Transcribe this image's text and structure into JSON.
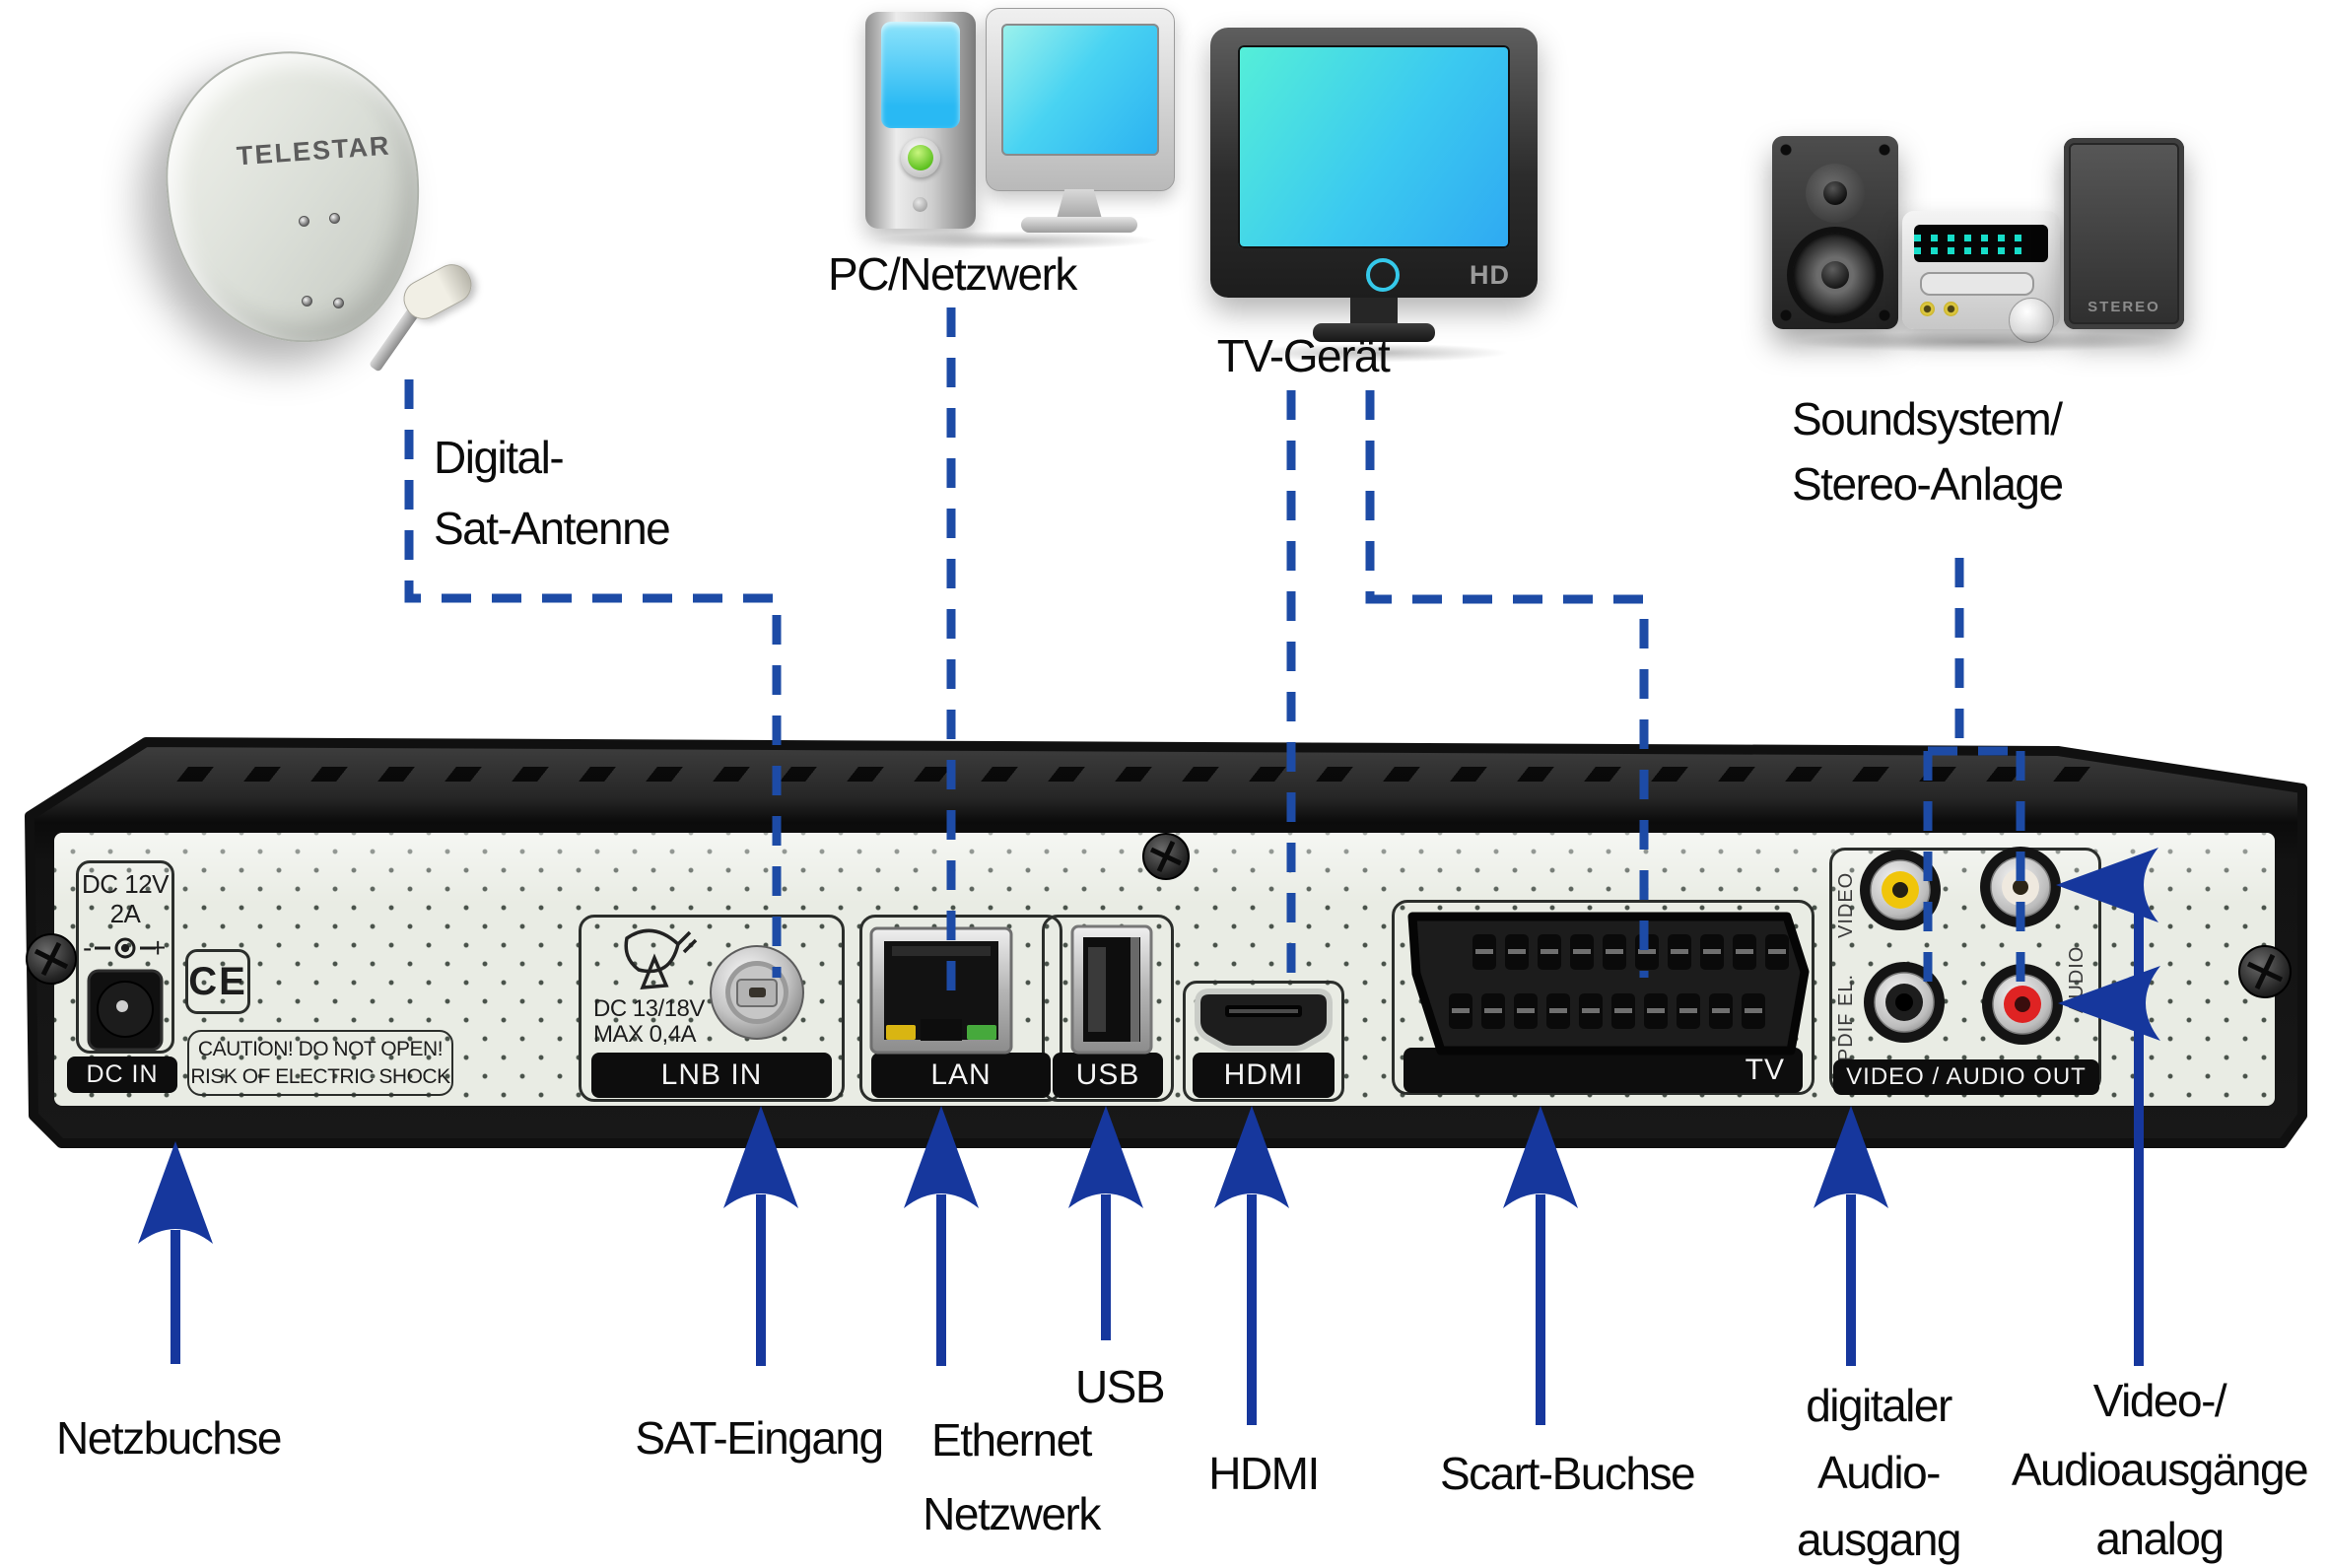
{
  "colors": {
    "line_blue": "#1d4ba6",
    "arrow_blue": "#16379d",
    "panel": "#e9ece4",
    "rca_yellow": "#f0c50a",
    "rca_red": "#df2323",
    "rca_white": "#efe9df",
    "rca_black": "#1d1d1d",
    "led_yellow": "#d9b512",
    "led_green": "#46a93c"
  },
  "devices": {
    "satellite": {
      "brand": "TELESTAR",
      "label_line1": "Digital-",
      "label_line2": "Sat-Antenne"
    },
    "pc": {
      "label": "PC/Netzwerk"
    },
    "tv": {
      "label": "TV-Gerät",
      "badge": "HD"
    },
    "sound": {
      "label_line1": "Soundsystem/",
      "label_line2": "Stereo-Anlage",
      "speaker_badge": "STEREO"
    }
  },
  "receiver": {
    "dc": {
      "voltage": "DC 12V",
      "current": "2A",
      "minus": "-",
      "plus": "+",
      "band": "DC IN"
    },
    "ce_mark": "CE",
    "caution_line1": "CAUTION! DO NOT OPEN!",
    "caution_line2": "RISK OF ELECTRIC SHOCK",
    "lnb": {
      "spec_line1": "DC 13/18V",
      "spec_line2": "MAX 0,4A",
      "band": "LNB IN"
    },
    "lan": {
      "band": "LAN"
    },
    "usb": {
      "band": "USB"
    },
    "hdmi": {
      "band": "HDMI"
    },
    "scart": {
      "band": "TV"
    },
    "av": {
      "video": "VIDEO",
      "spdif": "S/PDIF EL.",
      "audio": "AUDIO",
      "band": "VIDEO / AUDIO OUT"
    }
  },
  "callouts": {
    "netzbuchse": "Netzbuchse",
    "sat": "SAT-Eingang",
    "ethernet_line1": "Ethernet",
    "ethernet_line2": "Netzwerk",
    "usb": "USB",
    "hdmi": "HDMI",
    "scart": "Scart-Buchse",
    "digital_line1": "digitaler",
    "digital_line2": "Audio-",
    "digital_line3": "ausgang",
    "analog_line1": "Video-/",
    "analog_line2": "Audioausgänge",
    "analog_line3": "analog"
  }
}
